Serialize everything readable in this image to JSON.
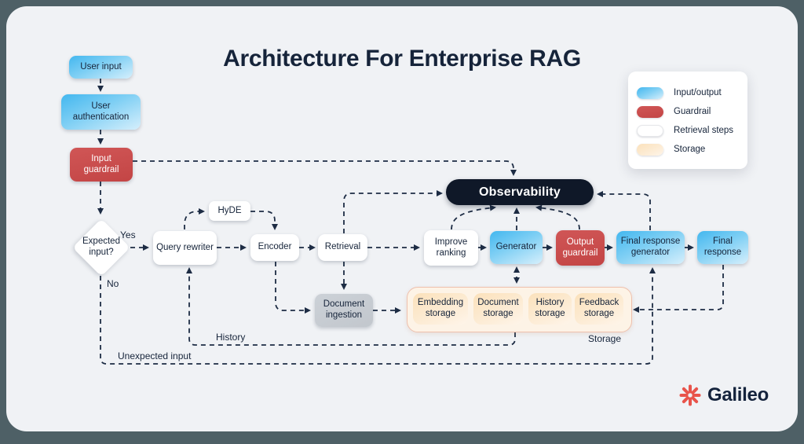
{
  "title": "Architecture For Enterprise RAG",
  "legend": {
    "items": [
      {
        "label": "Input/output",
        "type": "io"
      },
      {
        "label": "Guardrail",
        "type": "guardrail"
      },
      {
        "label": "Retrieval steps",
        "type": "retrieval"
      },
      {
        "label": "Storage",
        "type": "storage"
      }
    ]
  },
  "nodes": {
    "user_input": {
      "label": "User input"
    },
    "user_authentication": {
      "label": "User authentication"
    },
    "input_guardrail": {
      "label": "Input guardrail"
    },
    "expected_input": {
      "label": "Expected input?"
    },
    "query_rewriter": {
      "label": "Query rewriter"
    },
    "hyde": {
      "label": "HyDE"
    },
    "encoder": {
      "label": "Encoder"
    },
    "retrieval": {
      "label": "Retrieval"
    },
    "improve_ranking": {
      "label": "Improve ranking"
    },
    "generator": {
      "label": "Generator"
    },
    "output_guardrail": {
      "label": "Output guardrail"
    },
    "final_response_generator": {
      "label": "Final response generator"
    },
    "final_response": {
      "label": "Final response"
    },
    "observability": {
      "label": "Observability"
    },
    "document_ingestion": {
      "label": "Document ingestion"
    },
    "embedding_storage": {
      "label": "Embedding storage"
    },
    "document_storage": {
      "label": "Document storage"
    },
    "history_storage": {
      "label": "History storage"
    },
    "feedback_storage": {
      "label": "Feedback storage"
    }
  },
  "edge_labels": {
    "yes": "Yes",
    "no": "No",
    "history": "History",
    "unexpected_input": "Unexpected input",
    "storage_group": "Storage"
  },
  "brand": {
    "name": "Galileo"
  },
  "colors": {
    "io_blue": "#43b7ef",
    "guardrail_red": "#c94c4c",
    "storage_cream": "#fbe1bb",
    "observability_black": "#0f1828",
    "text_navy": "#16243a",
    "connector_navy": "#1d2c44",
    "brand_coral": "#e8544b",
    "board_background": "#f0f2f5",
    "outer_background": "#4e6066"
  }
}
